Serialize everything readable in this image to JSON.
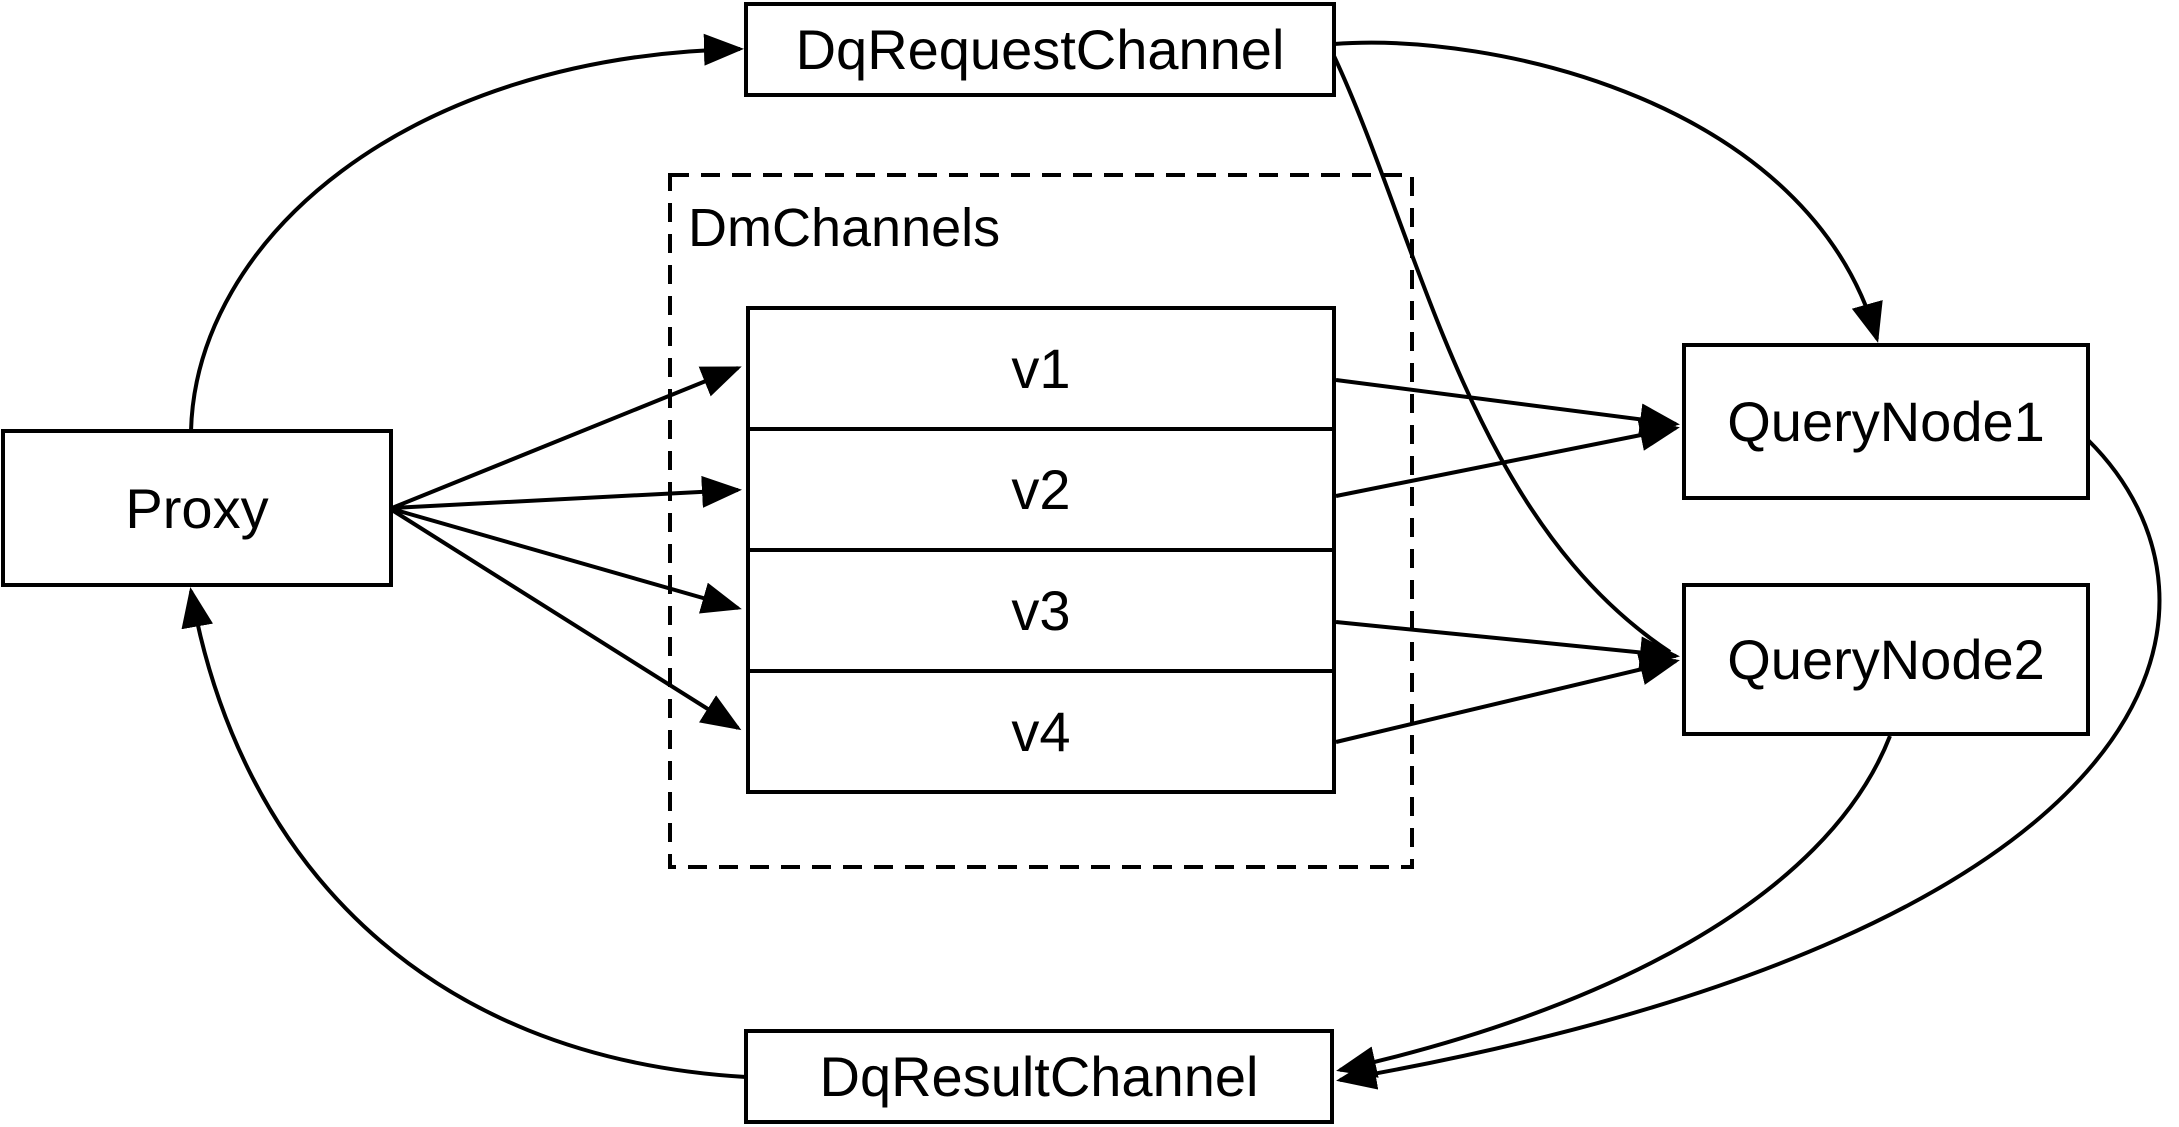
{
  "diagram": {
    "colors": {
      "background": "#ffffff",
      "line": "#000000",
      "text": "#000000"
    },
    "nodes": {
      "proxy": {
        "label": "Proxy"
      },
      "dq_request_channel": {
        "label": "DqRequestChannel"
      },
      "dm_channels_group": {
        "label": "DmChannels"
      },
      "channels": [
        {
          "label": "v1"
        },
        {
          "label": "v2"
        },
        {
          "label": "v3"
        },
        {
          "label": "v4"
        }
      ],
      "query_node_1": {
        "label": "QueryNode1"
      },
      "query_node_2": {
        "label": "QueryNode2"
      },
      "dq_result_channel": {
        "label": "DqResultChannel"
      }
    },
    "edges": [
      {
        "from": "Proxy",
        "to": "DqRequestChannel"
      },
      {
        "from": "Proxy",
        "to": "v1"
      },
      {
        "from": "Proxy",
        "to": "v2"
      },
      {
        "from": "Proxy",
        "to": "v3"
      },
      {
        "from": "Proxy",
        "to": "v4"
      },
      {
        "from": "v1",
        "to": "QueryNode1"
      },
      {
        "from": "v2",
        "to": "QueryNode1"
      },
      {
        "from": "v3",
        "to": "QueryNode2"
      },
      {
        "from": "v4",
        "to": "QueryNode2"
      },
      {
        "from": "DqRequestChannel",
        "to": "QueryNode1"
      },
      {
        "from": "DqRequestChannel",
        "to": "QueryNode2"
      },
      {
        "from": "QueryNode1",
        "to": "DqResultChannel"
      },
      {
        "from": "QueryNode2",
        "to": "DqResultChannel"
      },
      {
        "from": "DqResultChannel",
        "to": "Proxy"
      }
    ]
  }
}
